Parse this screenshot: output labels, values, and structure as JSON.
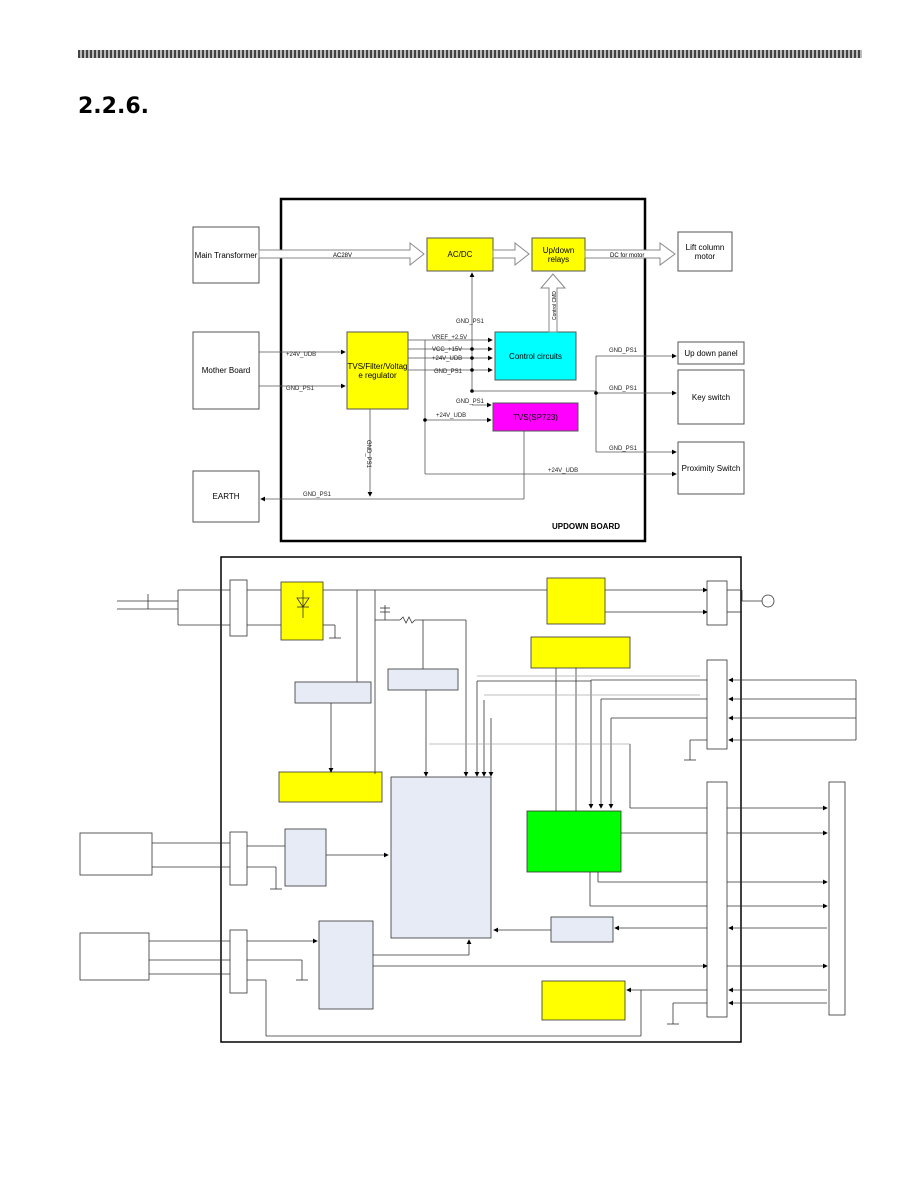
{
  "header": {
    "section_number": "2.2.6."
  },
  "top_diagram": {
    "board_label": "UPDOWN BOARD",
    "blocks": {
      "main_transformer": "Main Transformer",
      "mother_board": "Mother Board",
      "earth": "EARTH",
      "tvs_regulator": "TVS/Filter/Voltage regulator",
      "ac_dc": "AC/DC",
      "updown_relays": "Up/down relays",
      "control_circuits": "Control circuits",
      "tvs_sp": "TVS(SP723)",
      "lift_motor": "Lift column motor",
      "up_down_panel": "Up down panel",
      "key_switch": "Key switch",
      "proximity_switch": "Proximity Switch"
    },
    "signals": {
      "ac28v": "AC28V",
      "dc_for_motor": "DC for motor",
      "control_cmd": "Control CMD",
      "plus24v_udb": "+24V_UDB",
      "gnd_ps1": "GND_PS1",
      "vref": "VREF_+2.5V",
      "vcc": "VCC_+15V"
    },
    "colors": {
      "yellow": "#ffff00",
      "cyan": "#00ffff",
      "magenta": "#ff00ff"
    }
  },
  "bottom_diagram": {
    "colors": {
      "yellow": "#ffff00",
      "green": "#00ff00",
      "lightblue": "#e6ebf5"
    }
  }
}
